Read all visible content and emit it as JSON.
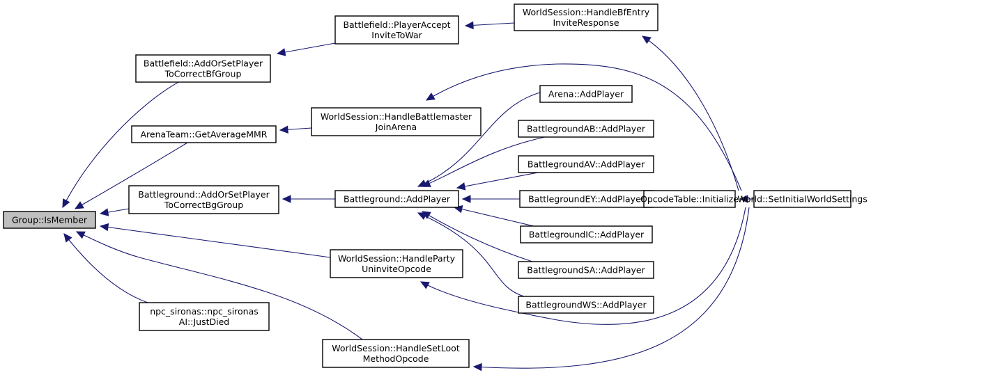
{
  "graph": {
    "type": "caller-graph",
    "colors": {
      "edge": "#191970",
      "focus_fill": "#bfbfbf",
      "node_fill": "#ffffff",
      "border": "#000000"
    },
    "nodes": [
      {
        "id": "n0",
        "lines": [
          "Group::IsMember"
        ],
        "focus": true
      },
      {
        "id": "n1",
        "lines": [
          "Battlefield::AddOrSetPlayer",
          "ToCorrectBfGroup"
        ]
      },
      {
        "id": "n2",
        "lines": [
          "ArenaTeam::GetAverageMMR"
        ]
      },
      {
        "id": "n3",
        "lines": [
          "Battleground::AddOrSetPlayer",
          "ToCorrectBgGroup"
        ]
      },
      {
        "id": "n4",
        "lines": [
          "npc_sironas::npc_sironas",
          "AI::JustDied"
        ]
      },
      {
        "id": "n5",
        "lines": [
          "Battlefield::PlayerAccept",
          "InviteToWar"
        ]
      },
      {
        "id": "n6",
        "lines": [
          "WorldSession::HandleBattlemaster",
          "JoinArena"
        ]
      },
      {
        "id": "n7",
        "lines": [
          "Battleground::AddPlayer"
        ]
      },
      {
        "id": "n8",
        "lines": [
          "WorldSession::HandleParty",
          "UninviteOpcode"
        ]
      },
      {
        "id": "n9",
        "lines": [
          "WorldSession::HandleSetLoot",
          "MethodOpcode"
        ]
      },
      {
        "id": "n10",
        "lines": [
          "WorldSession::HandleBfEntry",
          "InviteResponse"
        ]
      },
      {
        "id": "n11",
        "lines": [
          "Arena::AddPlayer"
        ]
      },
      {
        "id": "n12",
        "lines": [
          "BattlegroundAB::AddPlayer"
        ]
      },
      {
        "id": "n13",
        "lines": [
          "BattlegroundAV::AddPlayer"
        ]
      },
      {
        "id": "n14",
        "lines": [
          "BattlegroundEY::AddPlayer"
        ]
      },
      {
        "id": "n15",
        "lines": [
          "BattlegroundIC::AddPlayer"
        ]
      },
      {
        "id": "n16",
        "lines": [
          "BattlegroundSA::AddPlayer"
        ]
      },
      {
        "id": "n17",
        "lines": [
          "BattlegroundWS::AddPlayer"
        ]
      },
      {
        "id": "n18",
        "lines": [
          "OpcodeTable::Initialize"
        ]
      },
      {
        "id": "n19",
        "lines": [
          "World::SetInitialWorldSettings"
        ]
      }
    ],
    "edges": [
      {
        "from": "n1",
        "to": "n0"
      },
      {
        "from": "n2",
        "to": "n0"
      },
      {
        "from": "n3",
        "to": "n0"
      },
      {
        "from": "n8",
        "to": "n0"
      },
      {
        "from": "n4",
        "to": "n0"
      },
      {
        "from": "n9",
        "to": "n0"
      },
      {
        "from": "n5",
        "to": "n1"
      },
      {
        "from": "n6",
        "to": "n2"
      },
      {
        "from": "n7",
        "to": "n3"
      },
      {
        "from": "n10",
        "to": "n5"
      },
      {
        "from": "n18",
        "to": "n6"
      },
      {
        "from": "n11",
        "to": "n7"
      },
      {
        "from": "n12",
        "to": "n7"
      },
      {
        "from": "n13",
        "to": "n7"
      },
      {
        "from": "n14",
        "to": "n7"
      },
      {
        "from": "n15",
        "to": "n7"
      },
      {
        "from": "n16",
        "to": "n7"
      },
      {
        "from": "n17",
        "to": "n7"
      },
      {
        "from": "n18",
        "to": "n8"
      },
      {
        "from": "n18",
        "to": "n9"
      },
      {
        "from": "n18",
        "to": "n10"
      },
      {
        "from": "n19",
        "to": "n18"
      }
    ]
  }
}
